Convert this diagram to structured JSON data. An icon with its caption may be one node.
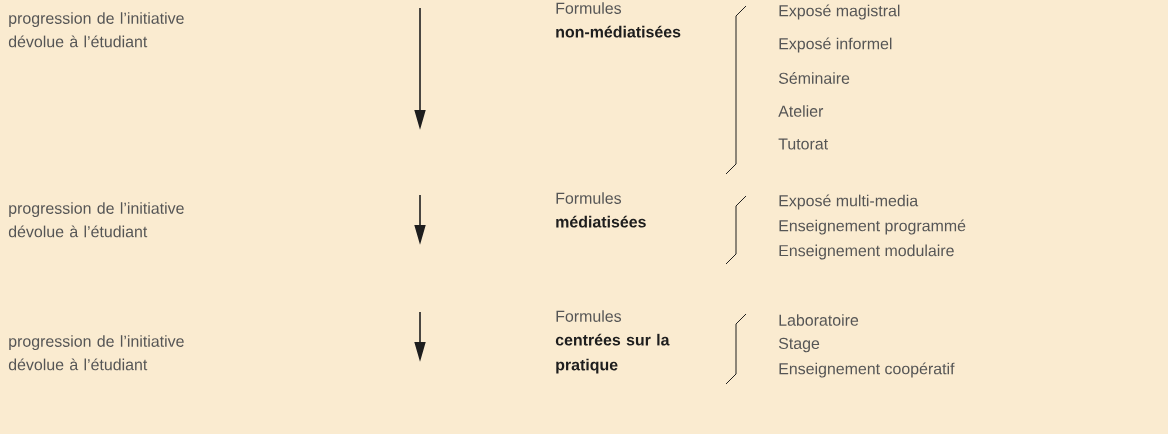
{
  "diagram": {
    "labels": [
      "progression de l’initiative dévolue à l’étudiant",
      "Formules",
      "non-médiatisées",
      "Exposé magistral",
      "Exposé informel",
      "Séminaire",
      "Atelier",
      "Tutorat",
      "progression de l’initiative dévolue à l’étudiant",
      "Formules",
      "médiatisées",
      "Exposé multi-media",
      "Enseignement programmé",
      "Enseignement modulaire",
      "progression de l’initiative dévolue à l’étudiant",
      "Formules",
      "centrées sur la pratique",
      "Laboratoire",
      "Stage",
      "Enseignement coopératif"
    ]
  }
}
